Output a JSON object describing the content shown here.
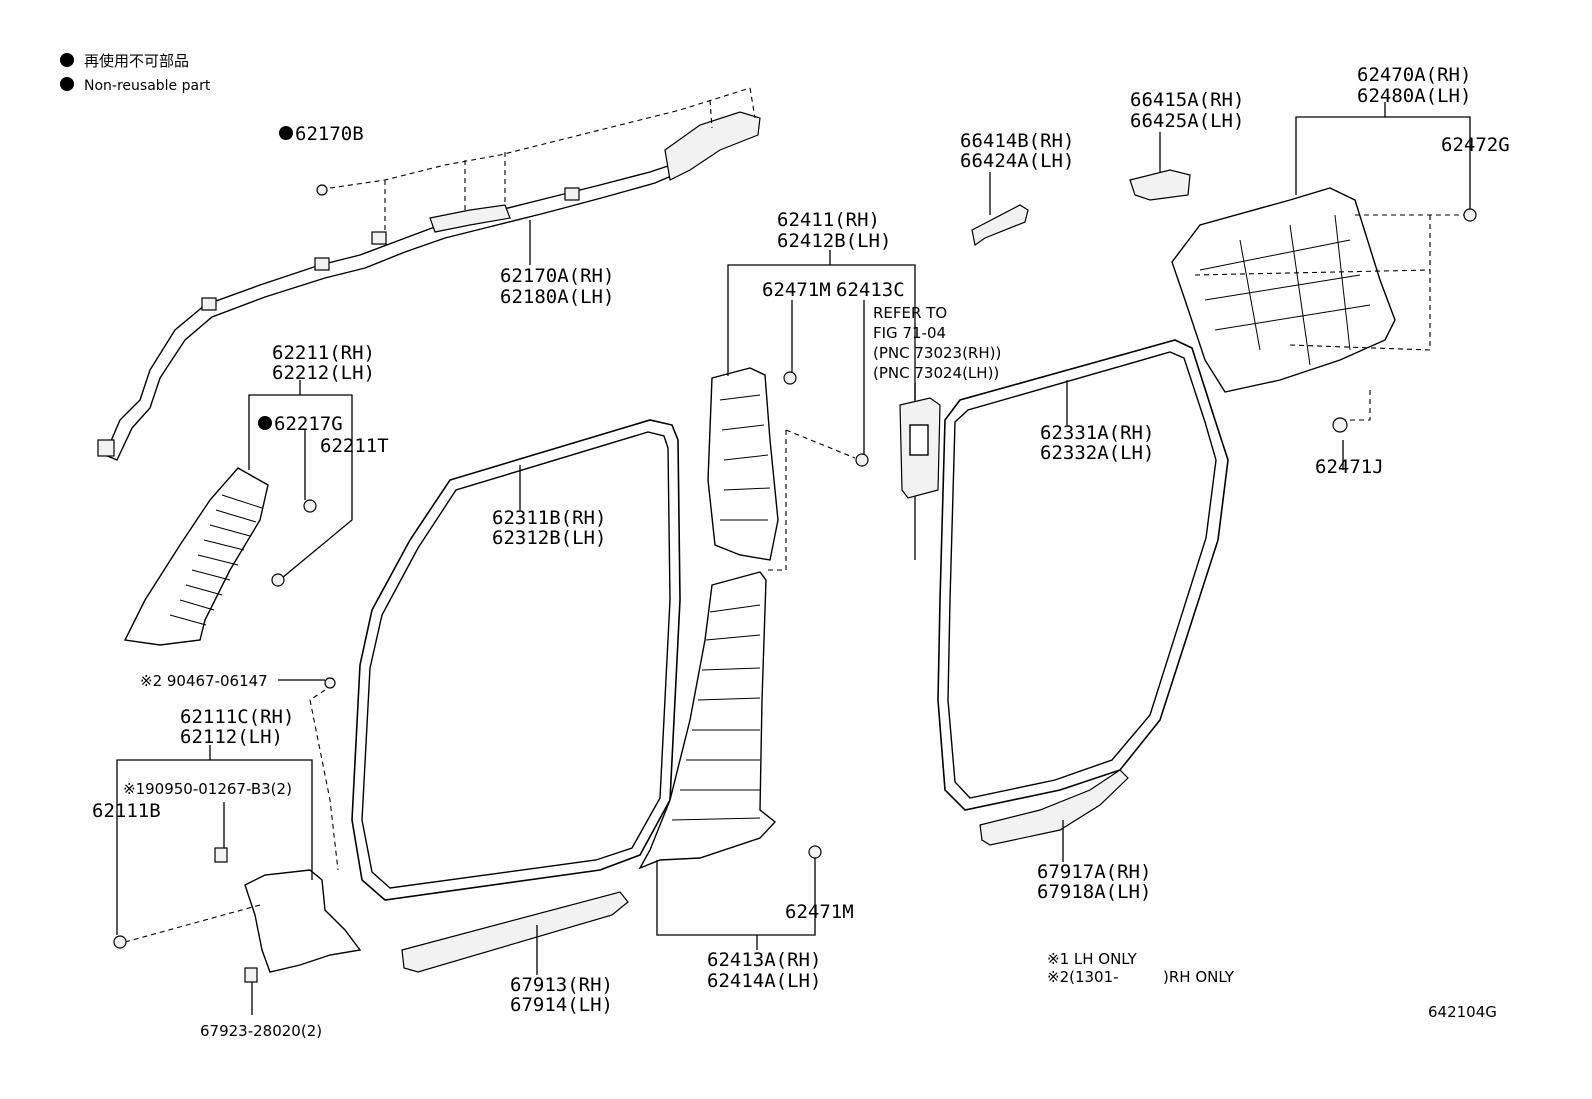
{
  "legend": {
    "jp_text": "再使用不可部品",
    "en_text": "Non-reusable part"
  },
  "labels": {
    "l62170B": "62170B",
    "l62170A_rh": "62170A(RH)",
    "l62180A_lh": "62180A(LH)",
    "l62211_rh": "62211(RH)",
    "l62212_lh": "62212(LH)",
    "l62217G": "62217G",
    "l62211T": "62211T",
    "l90467": "※2 90467-06147",
    "l62111C_rh": "62111C(RH)",
    "l62112_lh": "62112(LH)",
    "l190950": "※190950-01267-B3(2)",
    "l62111B": "62111B",
    "l67923": "67923-28020(2)",
    "l62311B_rh": "62311B(RH)",
    "l62312B_lh": "62312B(LH)",
    "l67913_rh": "67913(RH)",
    "l67914_lh": "67914(LH)",
    "l62411_rh": "62411(RH)",
    "l62412B_lh": "62412B(LH)",
    "l62471M_a": "62471M",
    "l62413C": "62413C",
    "refer1": "REFER TO",
    "refer2": "FIG 71-04",
    "refer3": "(PNC 73023(RH))",
    "refer4": "(PNC 73024(LH))",
    "l62471M_b": "62471M",
    "l62413A_rh": "62413A(RH)",
    "l62414A_lh": "62414A(LH)",
    "l66414B_rh": "66414B(RH)",
    "l66424A_lh": "66424A(LH)",
    "l66415A_rh": "66415A(RH)",
    "l66425A_lh": "66425A(LH)",
    "l62470A_rh": "62470A(RH)",
    "l62480A_lh": "62480A(LH)",
    "l62472G": "62472G",
    "l62471J": "62471J",
    "l62331A_rh": "62331A(RH)",
    "l62332A_lh": "62332A(LH)",
    "l67917A_rh": "67917A(RH)",
    "l67918A_lh": "67918A(LH)"
  },
  "notes": {
    "note1": "※1 LH ONLY",
    "note2a": "※2(1301-",
    "note2b": ")RH ONLY"
  },
  "figure_id": "642104G"
}
